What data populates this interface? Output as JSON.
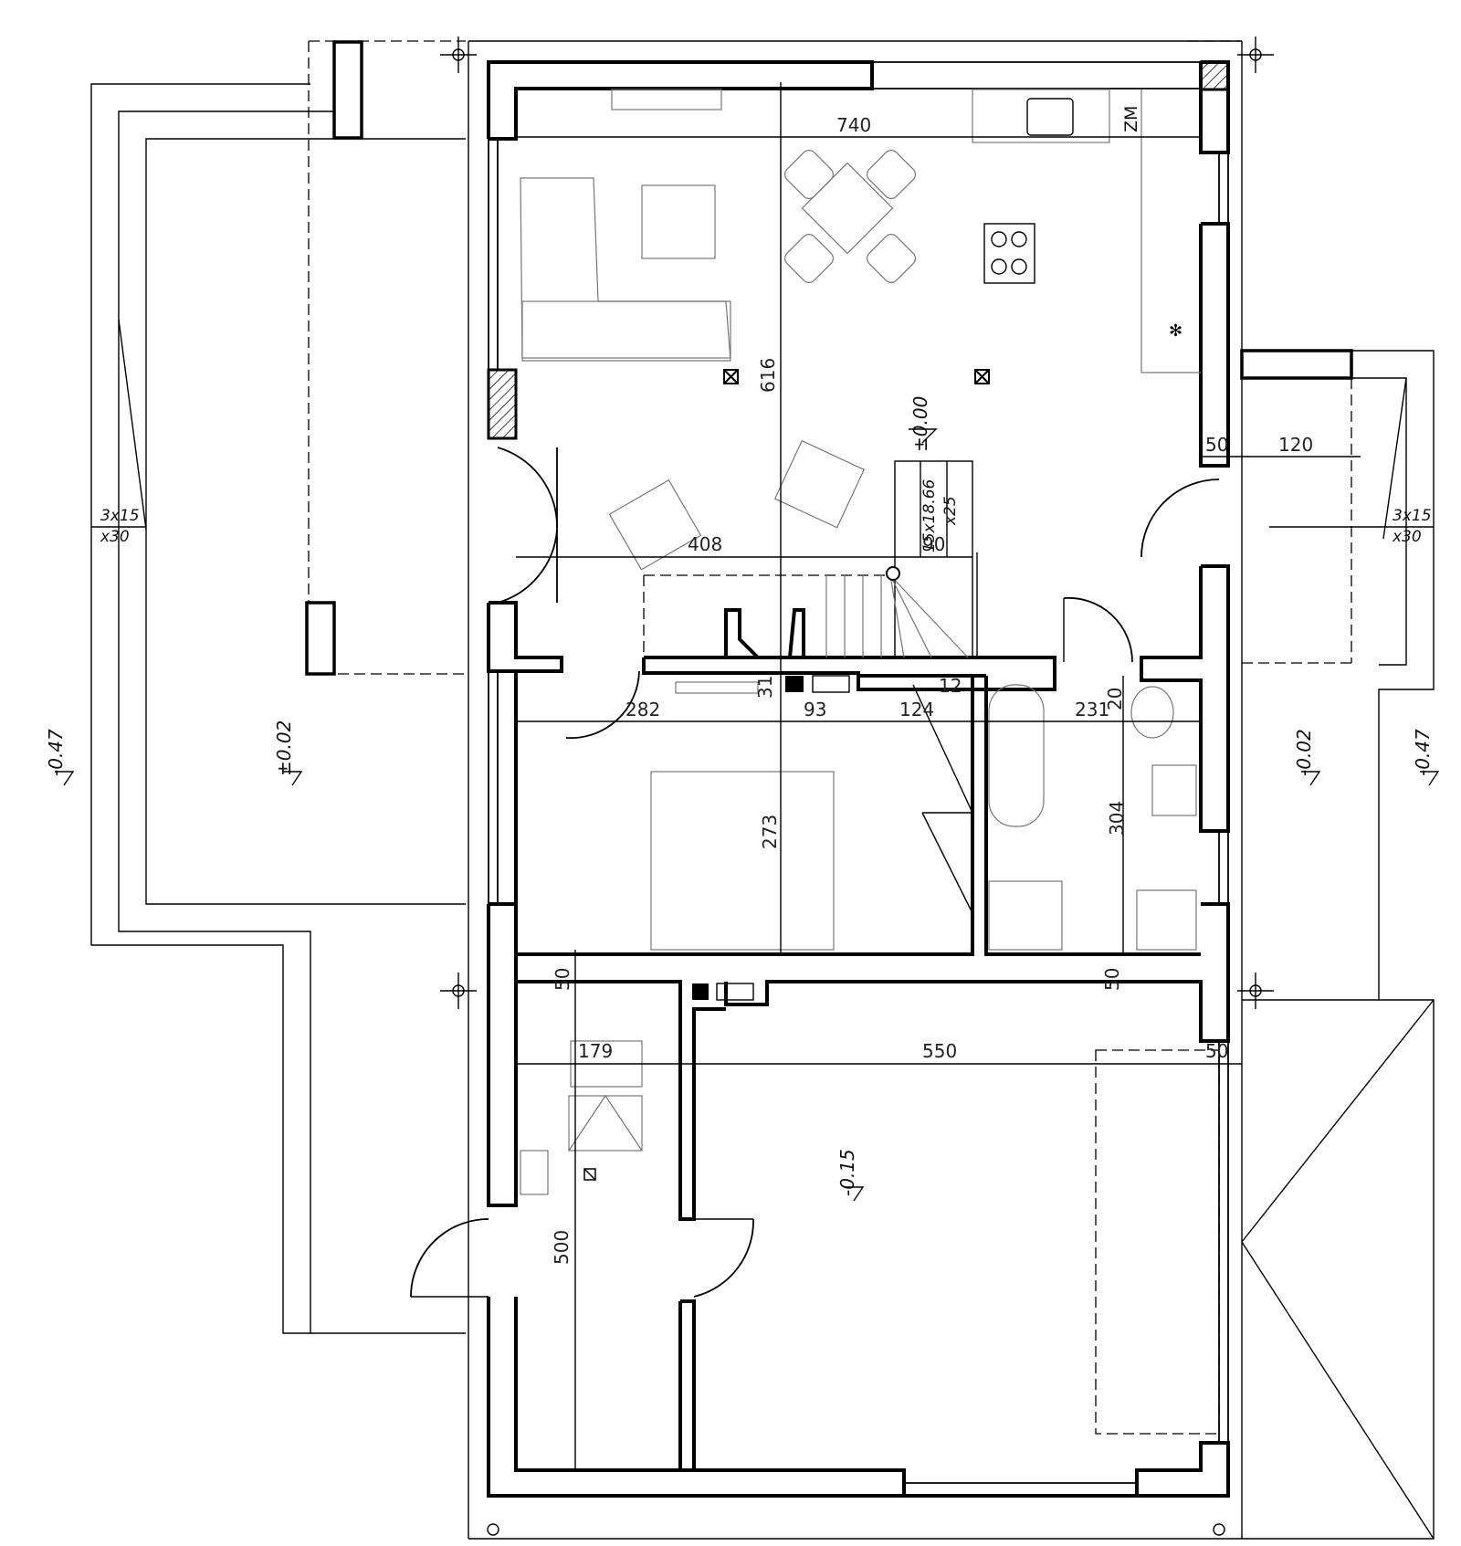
{
  "dimensions": {
    "d740": "740",
    "d616": "616",
    "d408": "408",
    "d90": "90",
    "d282": "282",
    "d31": "31",
    "d93": "93",
    "d124": "124",
    "d12": "12",
    "d231": "231",
    "d20": "20",
    "d273": "273",
    "d304": "304",
    "d50_terrace": "50",
    "d120": "120",
    "d50_left": "50",
    "d50_right": "50",
    "d179": "179",
    "d550": "550",
    "d50_garage": "50",
    "d500": "500"
  },
  "levels": {
    "ground": "±0.00",
    "terrace_left": "±0.02",
    "terrace_right": "-0.02",
    "outer_left": "-0.47",
    "outer_right": "-0.47",
    "garage": "-0.15"
  },
  "steps": {
    "left_size": "3x15",
    "left_count": "x30",
    "right_size": "3x15",
    "right_count": "x30",
    "main_size": "15x18.66",
    "main_count": "x25"
  },
  "labels": {
    "zm": "ZM"
  },
  "colors": {
    "line": "#000000",
    "furniture": "#777777",
    "background": "#ffffff"
  },
  "icons": [
    "ventilation-icon",
    "chimney-icon",
    "sink-icon",
    "stove-icon",
    "fridge-icon"
  ]
}
